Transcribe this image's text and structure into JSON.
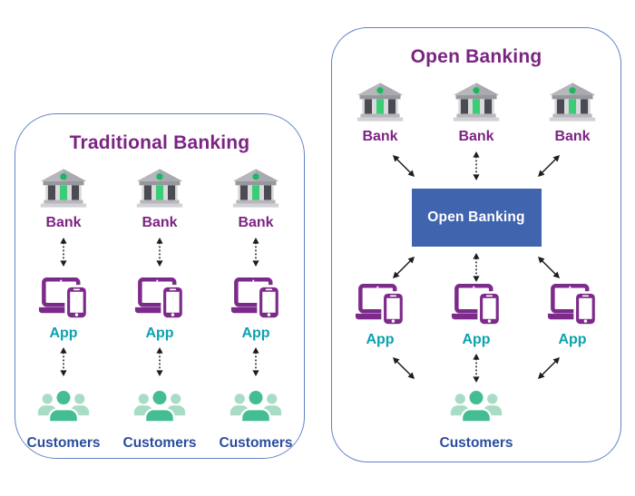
{
  "left_panel": {
    "title": "Traditional Banking",
    "columns": [
      {
        "bank": "Bank",
        "app": "App",
        "customers": "Customers"
      },
      {
        "bank": "Bank",
        "app": "App",
        "customers": "Customers"
      },
      {
        "bank": "Bank",
        "app": "App",
        "customers": "Customers"
      }
    ]
  },
  "right_panel": {
    "title": "Open Banking",
    "hub": "Open Banking",
    "banks": [
      "Bank",
      "Bank",
      "Bank"
    ],
    "apps": [
      "App",
      "App",
      "App"
    ],
    "customers": "Customers"
  },
  "icons": {
    "bank": "bank-building-icon",
    "app": "laptop-phone-icon",
    "customers": "people-group-icon",
    "arrow_dotted": "dotted-double-arrow-icon",
    "arrow_diagonal": "diagonal-double-arrow-icon"
  },
  "colors": {
    "panel_border": "#6283c6",
    "title_purple": "#7b2483",
    "bank_label_purple": "#7b2483",
    "app_label_teal": "#0aa2ae",
    "customers_label_blue": "#2c4d9c",
    "hub_blue": "#4064ae",
    "hub_text": "#ffffff",
    "icon_purple": "#7d2b8a",
    "icon_column_green": "#3bcd74",
    "people_green": "#43bd92",
    "people_light_green": "#a9dcc5",
    "arrow_black": "#1d1d1d"
  }
}
